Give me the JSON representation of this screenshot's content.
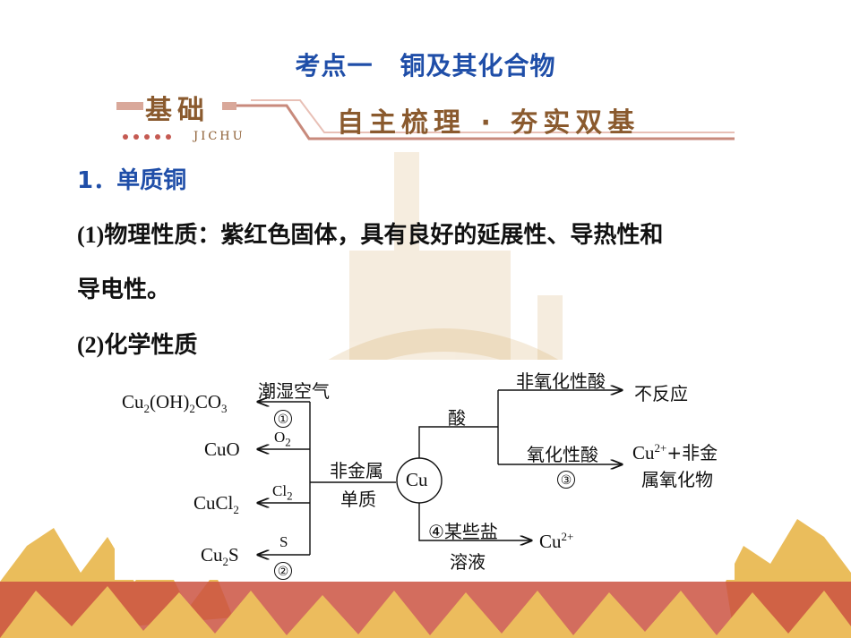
{
  "title": {
    "part1": "考点一",
    "part2": "铜及其化合物"
  },
  "banner": {
    "left_main": "基础",
    "left_sub": "JICHU",
    "right": "自主梳理 · 夯实双基"
  },
  "section": {
    "heading": "1．单质铜"
  },
  "para1": {
    "num": "(1)",
    "line1": "物理性质：紫红色固体，具有良好的延展性、导热性和",
    "line2": "导电性。"
  },
  "para2": {
    "num": "(2)",
    "text": "化学性质"
  },
  "diagram": {
    "center": "Cu",
    "center_label_1": "非金属",
    "center_label_2": "单质",
    "left": [
      {
        "product": "Cu₂(OH)₂CO₃",
        "reagent": "潮湿空气",
        "mark": "①"
      },
      {
        "product": "CuO",
        "reagent": "O₂"
      },
      {
        "product": "CuCl₂",
        "reagent": "Cl₂"
      },
      {
        "product": "Cu₂S",
        "reagent": "S",
        "mark": "②"
      }
    ],
    "acid_label": "酸",
    "right": [
      {
        "reagent": "非氧化性酸",
        "product": "不反应"
      },
      {
        "reagent": "氧化性酸",
        "mark": "③",
        "product_1": "Cu²⁺+非金",
        "product_2": "属氧化物"
      },
      {
        "reagent": "④某些盐",
        "reagent_2": "溶液",
        "product": "Cu²⁺"
      }
    ]
  }
}
